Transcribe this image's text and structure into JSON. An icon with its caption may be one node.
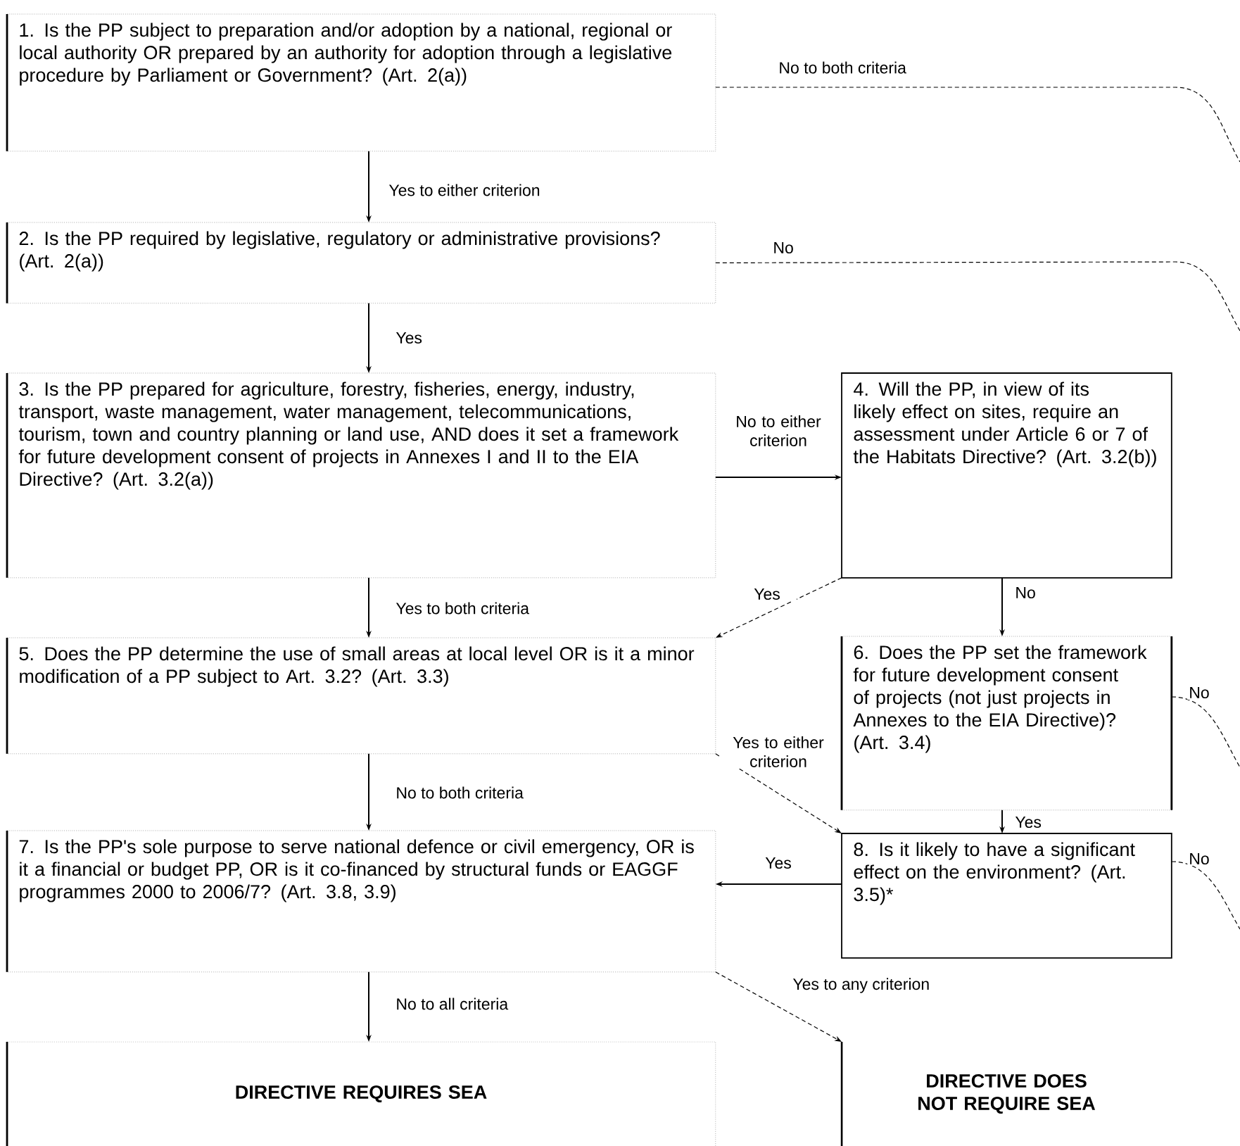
{
  "diagram": {
    "nodes": [
      {
        "text": [
          "1. Is the PP subject to preparation and/or adoption by a national, regional or local authority OR prepared by an authority for adoption through a legislative procedure by Parliament or Government? (Art. 2(a))"
        ]
      },
      {
        "text": [
          "2. Is the PP required by legislative, regulatory or administrative provisions? (Art. 2(a))"
        ]
      },
      {
        "text": [
          "3. Is the PP prepared for agriculture, forestry, fisheries, energy, industry, transport, waste management, water management, telecommunications, tourism, town and country planning or land use, AND does it set a framework for future development consent of projects in Annexes I and II to the EIA Directive? (Art. 3.2(a))"
        ]
      },
      {
        "text": [
          "4. Will the PP, in view of its likely effect on sites, require an assessment under Article 6 or 7 of the Habitats Directive? (Art. 3.2(b))"
        ]
      },
      {
        "text": [
          "5. Does the PP determine the use of small areas at local level OR is it a minor modification of a PP subject to Art. 3.2? (Art. 3.3)"
        ]
      },
      {
        "text": [
          "6. Does the PP set the framework for future development consent of projects (not just projects in Annexes to the EIA Directive)? (Art. 3.4)"
        ]
      },
      {
        "text": [
          "7. Is the PP's sole purpose to serve national defence or civil emergency, OR is it a financial or budget PP, OR is it co-financed by structural funds or EAGGF programmes 2000 to 2006/7? (Art. 3.8, 3.9)"
        ]
      },
      {
        "text": [
          "8. Is it likely to have a significant effect on the environment? (Art. 3.5)*"
        ]
      },
      {
        "text": [
          "DIRECTIVE REQUIRES SEA"
        ]
      },
      {
        "text": [
          "DIRECTIVE DOES NOT REQUIRE SEA"
        ]
      }
    ],
    "edges": [
      {
        "from": 0,
        "to": 1,
        "arrow": "to",
        "label": "Yes to either criterion"
      },
      {
        "from": 0,
        "to": null,
        "arrow": "none",
        "label": "No to both criteria",
        "style": "dashed"
      },
      {
        "from": 1,
        "to": 2,
        "arrow": "to",
        "label": "Yes"
      },
      {
        "from": 1,
        "to": null,
        "arrow": "none",
        "label": "No",
        "style": "dashed"
      },
      {
        "from": 2,
        "to": 3,
        "arrow": "to",
        "label": "No to either criterion"
      },
      {
        "from": 2,
        "to": 4,
        "arrow": "to",
        "label": "Yes to both criteria"
      },
      {
        "from": 3,
        "to": 4,
        "arrow": "to",
        "label": "Yes",
        "style": "dashed"
      },
      {
        "from": 3,
        "to": 5,
        "arrow": "to",
        "label": "No"
      },
      {
        "from": 4,
        "to": 7,
        "arrow": "to",
        "label": "Yes to either criterion",
        "style": "dashed"
      },
      {
        "from": 4,
        "to": 6,
        "arrow": "to",
        "label": "No to both criteria"
      },
      {
        "from": 5,
        "to": 7,
        "arrow": "to",
        "label": "Yes"
      },
      {
        "from": 5,
        "to": null,
        "arrow": "none",
        "label": "No",
        "style": "dashed"
      },
      {
        "from": 7,
        "to": 6,
        "arrow": "to",
        "label": "Yes"
      },
      {
        "from": 7,
        "to": null,
        "arrow": "none",
        "label": "No",
        "style": "dashed"
      },
      {
        "from": 6,
        "to": 8,
        "arrow": "to",
        "label": "No to all criteria"
      },
      {
        "from": 6,
        "to": 9,
        "arrow": "to",
        "label": "Yes to any criterion",
        "style": "dashed"
      }
    ]
  }
}
